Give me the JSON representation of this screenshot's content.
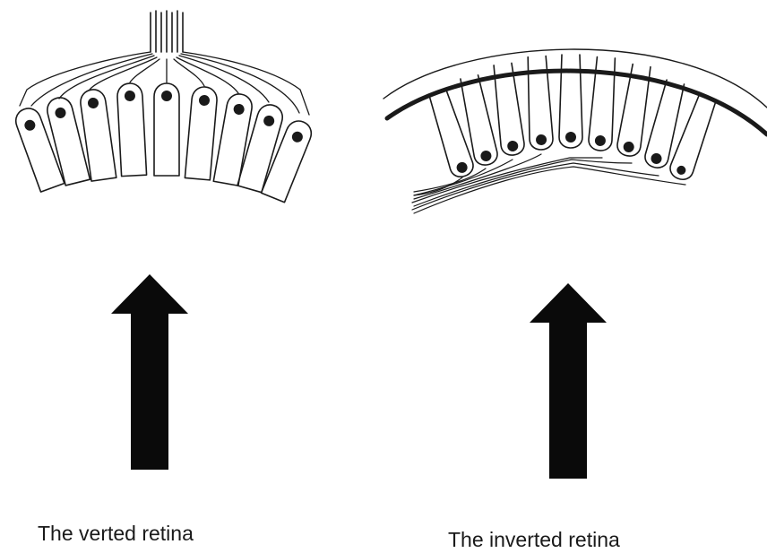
{
  "figure": {
    "left_caption": "The verted retina",
    "right_caption": "The inverted retina"
  },
  "colors": {
    "ink": "#1a1a1a",
    "arrow": "#0a0a0a",
    "background": "#ffffff"
  },
  "panels": {
    "left": {
      "cell_count": 9,
      "nerve_direction": "up",
      "arrow_direction": "up"
    },
    "right": {
      "cell_count": 9,
      "nerve_direction": "left",
      "arrow_direction": "up"
    }
  }
}
